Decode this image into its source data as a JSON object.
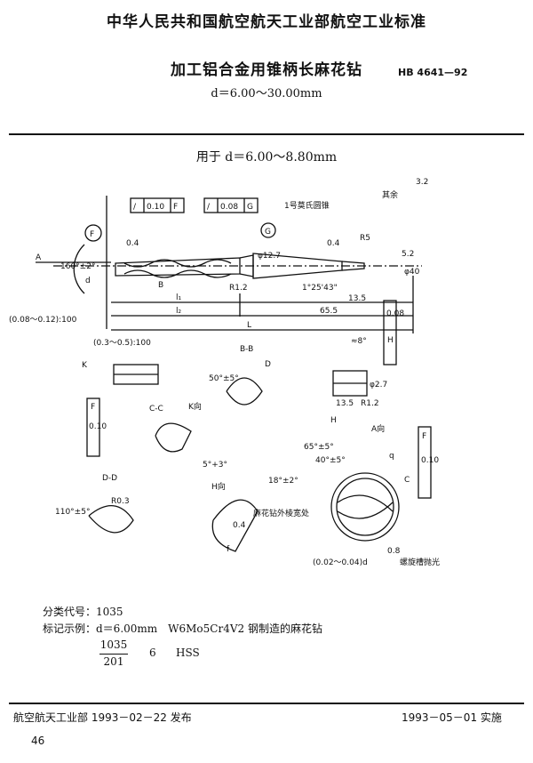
{
  "header": {
    "agency": "中华人民共和国航空航天工业部航空工业标准",
    "title": "加工铝合金用锥柄长麻花钻",
    "standard": "HB 4641—92",
    "size_range": "d＝6.00～30.00mm"
  },
  "drawing": {
    "applies_to": "用于 d＝6.00～8.80mm",
    "roughness_label": "其余",
    "roughness_value": "3.2",
    "morse_taper": "1号莫氏圆锥",
    "tolerance_1": [
      "/",
      "0.10",
      "F"
    ],
    "tolerance_2": [
      "/",
      "0.08",
      "G"
    ],
    "dims": {
      "A": "A",
      "d": "d",
      "angle": "160°±2°",
      "r04a": "0.4",
      "r04b": "0.4",
      "R5": "R5",
      "d12": "φ12.7",
      "taper": "1°25'43\"",
      "d40": "φ40",
      "r52": "5.2",
      "l1": "l₁",
      "l2": "l₂",
      "L": "L",
      "r65": "65.5",
      "r135": "13.5",
      "R12": "R1.2",
      "B": "B",
      "BB": "B-B",
      "F": "F",
      "G": "G",
      "backtaper": "(0.08～0.12):100",
      "lead": "(0.3～0.5):100",
      "K": "K",
      "ang50": "50°±5°",
      "D": "D",
      "ang8": "≈8°",
      "d27": "φ2.7",
      "r135b": "13.5",
      "R12b": "R1.2",
      "side_tol": [
        "0.08",
        "H"
      ],
      "CC": "C-C",
      "Kspec": "K向",
      "ang5": "5°+3°",
      "f010": [
        "0.10",
        "F"
      ],
      "H": "H",
      "Aview": "A向",
      "ang65": "65°±5°",
      "ang40": "40°±5°",
      "q": "q",
      "C": "C",
      "f010b": [
        "0.10",
        "F"
      ],
      "DD": "D-D",
      "ang110": "110°±5°",
      "R03": "R0.3",
      "Hview": "H向",
      "ang18": "18°±2°",
      "spec_note": "麻花钻外棱宽处",
      "f": "f",
      "d04": "0.4",
      "spiral": "螺旋槽抛光",
      "tol004": "(0.02～0.04)d",
      "r08": "0.8"
    }
  },
  "notes": {
    "class_code": "分类代号：1035",
    "mark_example": "标记示例：d＝6.00mm　W6Mo5Cr4V2 钢制造的麻花钻",
    "mark_num": "1035",
    "mark_den": "201",
    "mark_d": "6",
    "mark_mat": "HSS"
  },
  "footer": {
    "issued": "航空航天工业部 1993－02－22 发布",
    "effective": "1993－05－01 实施",
    "page": "46"
  }
}
